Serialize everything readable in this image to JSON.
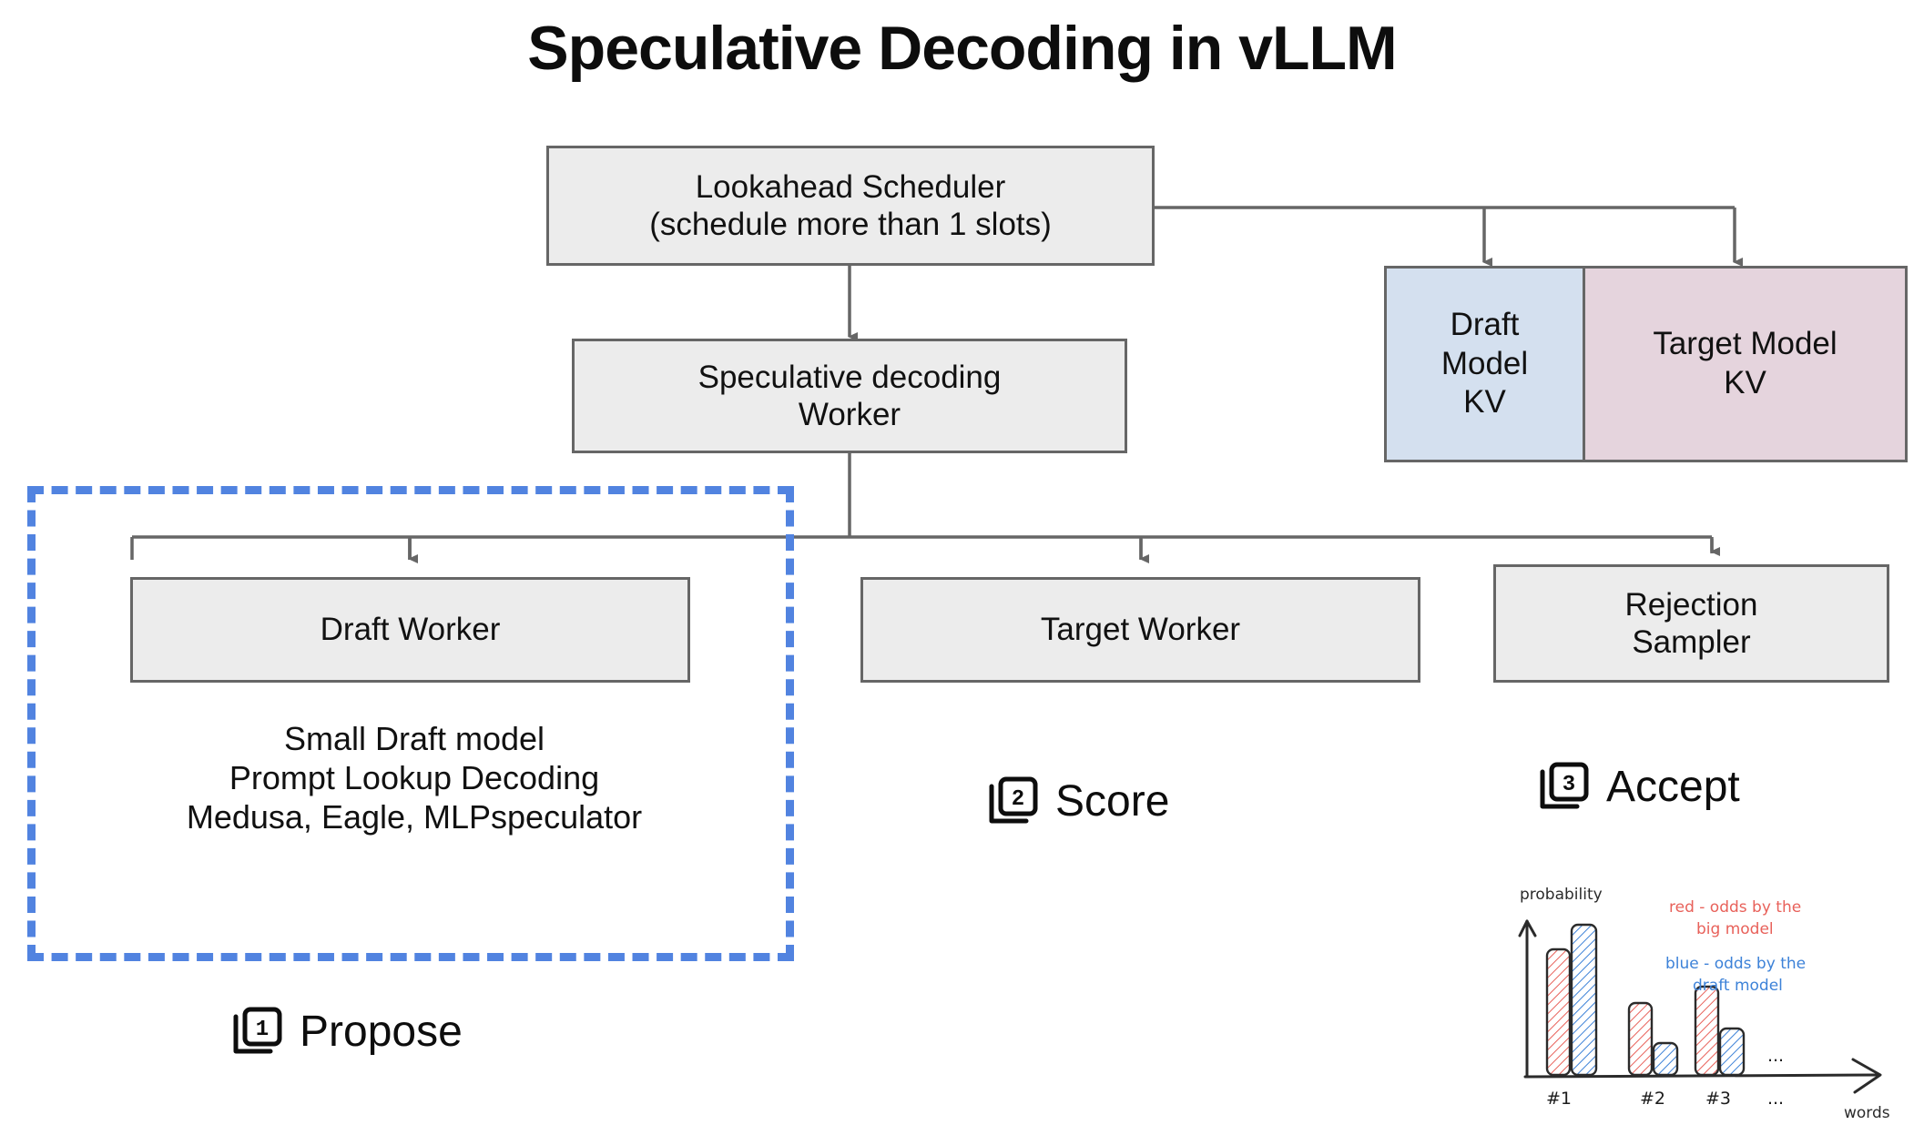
{
  "title": "Speculative Decoding in vLLM",
  "nodes": {
    "scheduler": "Lookahead Scheduler\n(schedule more than 1 slots)",
    "scheduler_line1": "Lookahead Scheduler",
    "scheduler_line2": "(schedule more than 1 slots)",
    "spec_worker_line1": "Speculative decoding",
    "spec_worker_line2": "Worker",
    "draft_worker": "Draft Worker",
    "target_worker": "Target Worker",
    "rejection_line1": "Rejection",
    "rejection_line2": "Sampler",
    "kv_draft_line1": "Draft",
    "kv_draft_line2": "Model",
    "kv_draft_line3": "KV",
    "kv_target_line1": "Target Model",
    "kv_target_line2": "KV"
  },
  "draft_notes": {
    "line1": "Small Draft model",
    "line2": "Prompt Lookup Decoding",
    "line3": "Medusa, Eagle, MLPspeculator"
  },
  "steps": [
    {
      "number": "1",
      "label": "Propose"
    },
    {
      "number": "2",
      "label": "Score"
    },
    {
      "number": "3",
      "label": "Accept"
    }
  ],
  "colors": {
    "node_fill": "#ececec",
    "node_border": "#666666",
    "kv_draft_fill": "#d4e0ef",
    "kv_target_fill": "#e5d4dd",
    "dashed_highlight": "#5183e0",
    "chart_red": "#e8615a",
    "chart_blue": "#3d82d8"
  },
  "chart_data": {
    "type": "bar",
    "title": "",
    "xlabel": "words",
    "ylabel": "probability",
    "categories": [
      "#1",
      "#2",
      "#3",
      "..."
    ],
    "series": [
      {
        "name": "red - odds by the big model",
        "color": "#e8615a",
        "values": [
          0.72,
          0.42,
          0.52,
          null
        ]
      },
      {
        "name": "blue - odds by the draft model",
        "color": "#3d82d8",
        "values": [
          0.88,
          0.19,
          0.28,
          null
        ]
      }
    ],
    "ylim": [
      0,
      1
    ],
    "grid": false,
    "legend_position": "top-right",
    "annotations": {
      "legend_red_line1": "red - odds by the",
      "legend_red_line2": "big model",
      "legend_blue_line1": "blue - odds by the",
      "legend_blue_line2": "draft model",
      "ellipsis_top": "...",
      "ellipsis_bottom": "..."
    },
    "style": "hand-drawn hatched bars"
  }
}
